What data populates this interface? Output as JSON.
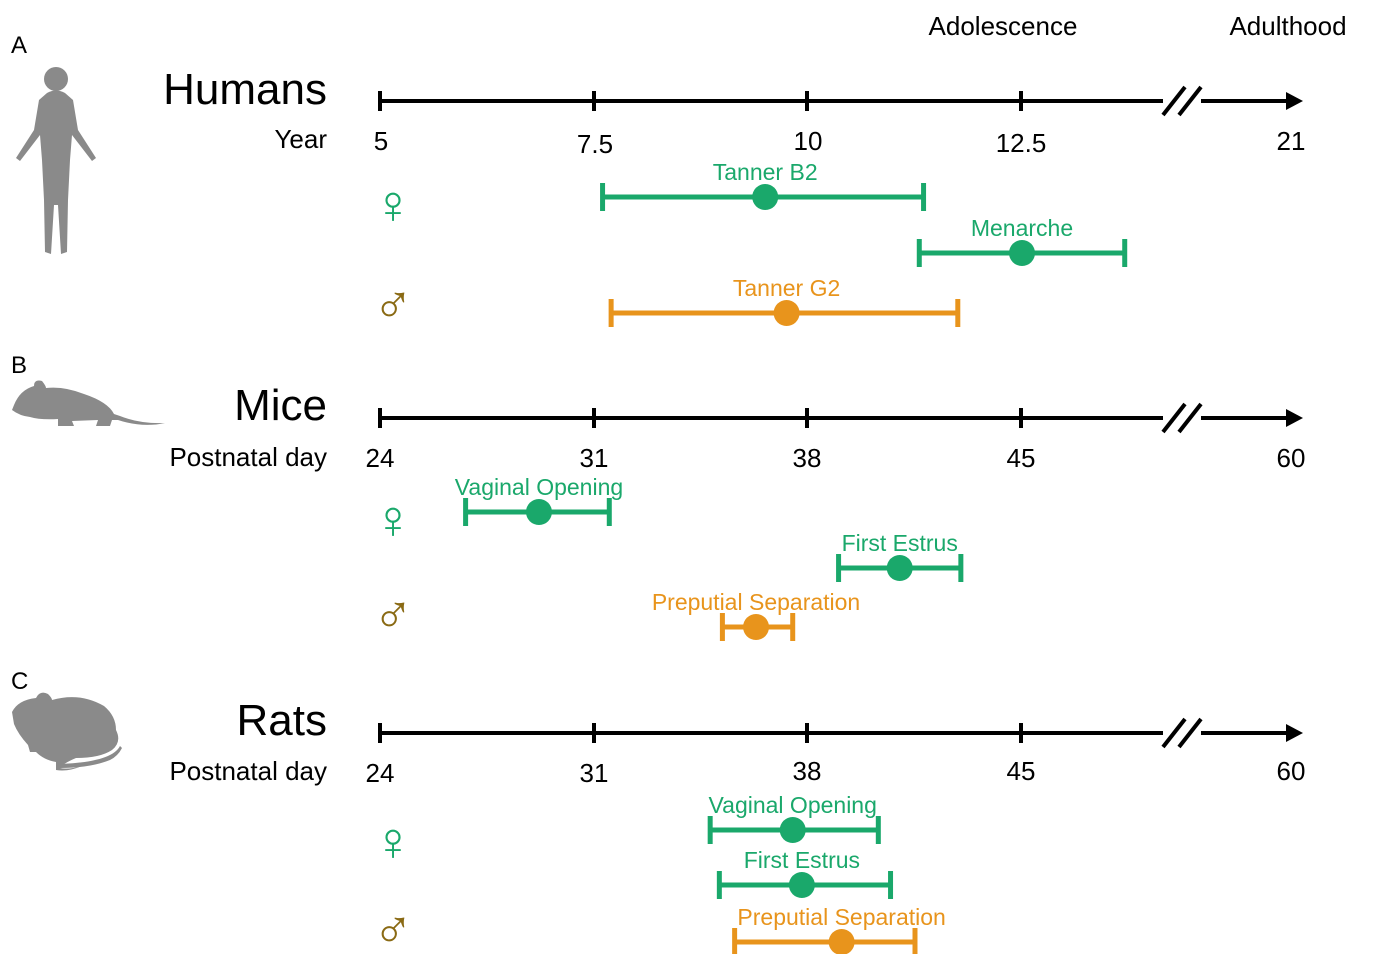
{
  "header": {
    "adolescence": "Adolescence",
    "adulthood": "Adulthood"
  },
  "colors": {
    "axis": "#000000",
    "female": "#1aa86b",
    "male": "#e8941c",
    "male_symbol": "#8a6a14",
    "silhouette": "#8a8a8a"
  },
  "symbols": {
    "female": "♀",
    "male": "♂"
  },
  "panels": [
    {
      "letter": "A",
      "title": "Humans",
      "unit_label": "Year",
      "icon": "human-silhouette-icon",
      "ticks": [
        "5",
        "7.5",
        "10",
        "12.5",
        "21"
      ],
      "events": [
        {
          "label": "Tanner B2",
          "sex": "female",
          "mean": 9.5,
          "low": 7.6,
          "high": 11.35
        },
        {
          "label": "Menarche",
          "sex": "female",
          "mean": 12.5,
          "low": 11.3,
          "high": 13.7
        },
        {
          "label": "Tanner G2",
          "sex": "male",
          "mean": 9.75,
          "low": 7.7,
          "high": 11.75
        }
      ]
    },
    {
      "letter": "B",
      "title": "Mice",
      "unit_label": "Postnatal day",
      "icon": "mouse-silhouette-icon",
      "ticks": [
        "24",
        "31",
        "38",
        "45",
        "60"
      ],
      "events": [
        {
          "label": "Vaginal Opening",
          "sex": "female",
          "mean": 29.2,
          "low": 26.8,
          "high": 31.5
        },
        {
          "label": "First Estrus",
          "sex": "female",
          "mean": 41.0,
          "low": 39.0,
          "high": 43.0
        },
        {
          "label": "Preputial Separation",
          "sex": "male",
          "mean": 36.3,
          "low": 35.2,
          "high": 37.5
        }
      ]
    },
    {
      "letter": "C",
      "title": "Rats",
      "unit_label": "Postnatal day",
      "icon": "rat-silhouette-icon",
      "ticks": [
        "24",
        "31",
        "38",
        "45",
        "60"
      ],
      "events": [
        {
          "label": "Vaginal Opening",
          "sex": "female",
          "mean": 37.5,
          "low": 34.8,
          "high": 40.3
        },
        {
          "label": "First Estrus",
          "sex": "female",
          "mean": 37.8,
          "low": 35.1,
          "high": 40.7
        },
        {
          "label": "Preputial Separation",
          "sex": "male",
          "mean": 39.1,
          "low": 35.6,
          "high": 41.5
        }
      ]
    }
  ]
}
